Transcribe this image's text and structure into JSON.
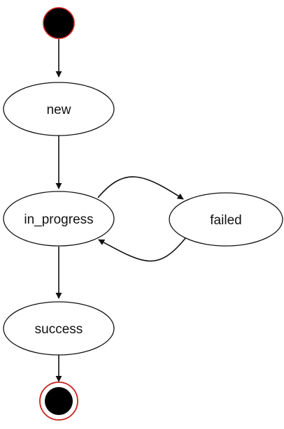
{
  "diagram": {
    "type": "state-machine",
    "states": [
      {
        "id": "start",
        "kind": "initial"
      },
      {
        "id": "new",
        "kind": "state",
        "label": "new"
      },
      {
        "id": "in_progress",
        "kind": "state",
        "label": "in_progress"
      },
      {
        "id": "failed",
        "kind": "state",
        "label": "failed"
      },
      {
        "id": "success",
        "kind": "state",
        "label": "success"
      },
      {
        "id": "end",
        "kind": "final"
      }
    ],
    "transitions": [
      {
        "from": "start",
        "to": "new"
      },
      {
        "from": "new",
        "to": "in_progress"
      },
      {
        "from": "in_progress",
        "to": "failed"
      },
      {
        "from": "failed",
        "to": "in_progress"
      },
      {
        "from": "in_progress",
        "to": "success"
      },
      {
        "from": "success",
        "to": "end"
      }
    ],
    "colors": {
      "line": "#111111",
      "fill": "#ffffff",
      "pseudo_fill": "#000000",
      "pseudo_ring": "#cc1f1f"
    }
  }
}
